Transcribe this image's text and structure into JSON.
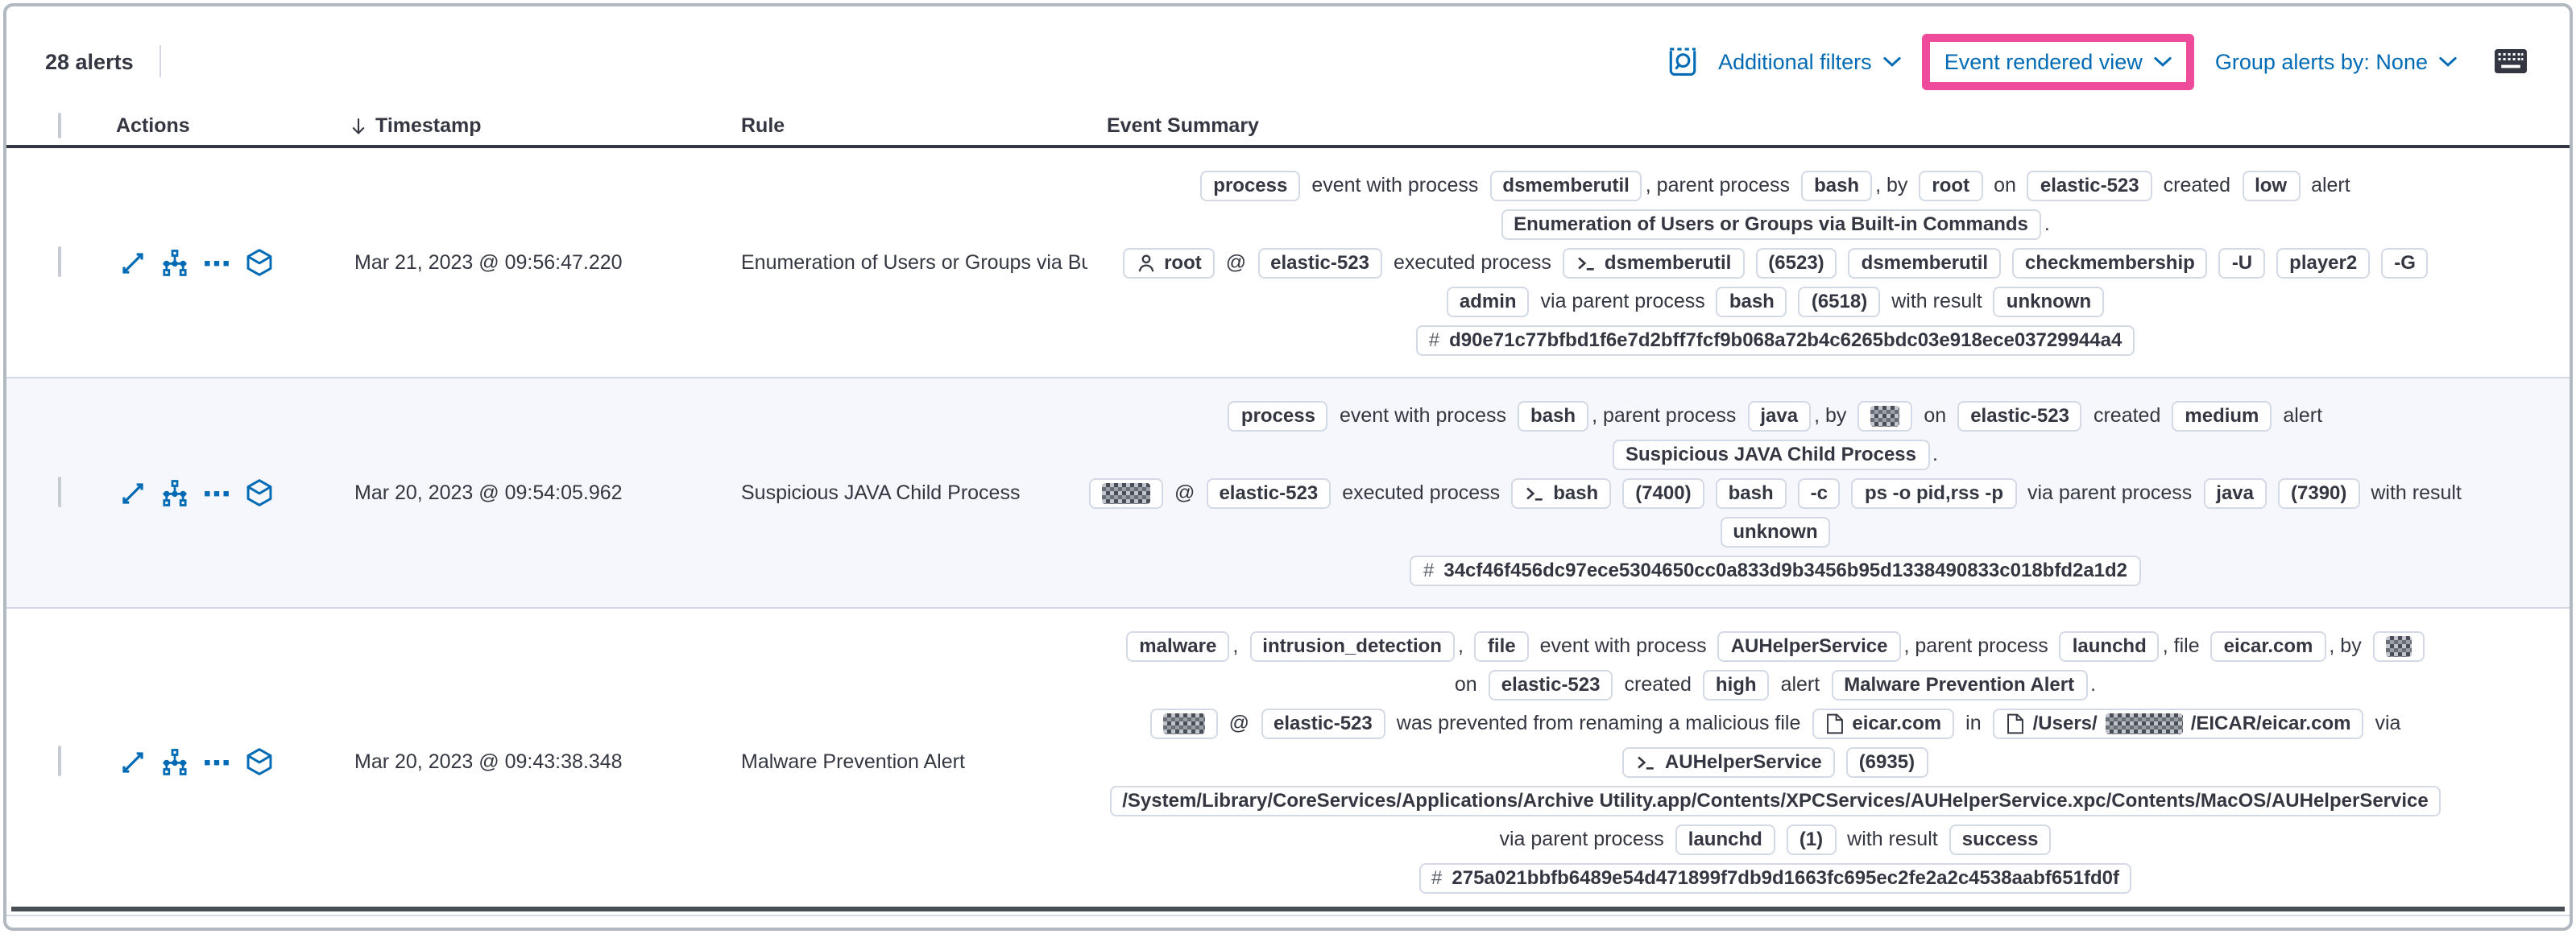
{
  "toolbar": {
    "alert_count": "28 alerts",
    "additional_filters_label": "Additional filters",
    "view_selector_label": "Event rendered view",
    "group_by_label": "Group alerts by: None",
    "highlight_color": "#ee4c9b",
    "link_color": "#006bb4"
  },
  "icons": {
    "toolbar": [
      "inspect-icon",
      "keyboard-icon"
    ],
    "row_actions": [
      "expand-alert-icon",
      "analyze-event-icon",
      "more-actions-icon",
      "investigate-in-timeline-icon"
    ],
    "timestamp_sort": "sort-down-icon",
    "badge_glyphs": [
      "user-icon",
      "console-icon",
      "file-icon",
      "hash-prefix"
    ]
  },
  "table": {
    "headers": {
      "actions": "Actions",
      "timestamp": "Timestamp",
      "rule": "Rule",
      "summary": "Event Summary"
    },
    "rows": [
      {
        "timestamp": "Mar 21, 2023 @ 09:56:47.220",
        "rule": "Enumeration of Users or Groups via Bui",
        "striped": false,
        "lines": [
          [
            {
              "k": "b",
              "v": "process"
            },
            {
              "k": "t",
              "v": "event with process"
            },
            {
              "k": "b",
              "v": "dsmemberutil"
            },
            {
              "k": "t",
              "v": ", parent process"
            },
            {
              "k": "b",
              "v": "bash"
            },
            {
              "k": "t",
              "v": ", by"
            },
            {
              "k": "b",
              "v": "root"
            },
            {
              "k": "t",
              "v": "on"
            },
            {
              "k": "b",
              "v": "elastic-523"
            },
            {
              "k": "t",
              "v": "created"
            },
            {
              "k": "b",
              "v": "low"
            },
            {
              "k": "t",
              "v": "alert"
            }
          ],
          [
            {
              "k": "b",
              "v": "Enumeration of Users or Groups via Built-in Commands"
            },
            {
              "k": "t",
              "v": "."
            }
          ],
          [
            {
              "k": "bu",
              "v": "root"
            },
            {
              "k": "t",
              "v": "@"
            },
            {
              "k": "b",
              "v": "elastic-523"
            },
            {
              "k": "t",
              "v": "executed process"
            },
            {
              "k": "bc",
              "v": "dsmemberutil"
            },
            {
              "k": "b",
              "v": "(6523)"
            },
            {
              "k": "b",
              "v": "dsmemberutil"
            },
            {
              "k": "b",
              "v": "checkmembership"
            },
            {
              "k": "b",
              "v": "-U"
            },
            {
              "k": "b",
              "v": "player2"
            },
            {
              "k": "b",
              "v": "-G"
            }
          ],
          [
            {
              "k": "b",
              "v": "admin"
            },
            {
              "k": "t",
              "v": "via parent process"
            },
            {
              "k": "b",
              "v": "bash"
            },
            {
              "k": "b",
              "v": "(6518)"
            },
            {
              "k": "t",
              "v": "with result"
            },
            {
              "k": "b",
              "v": "unknown"
            }
          ],
          [
            {
              "k": "bh",
              "v": "d90e71c77bfbd1f6e7d2bff7fcf9b068a72b4c6265bdc03e918ece03729944a4"
            }
          ]
        ]
      },
      {
        "timestamp": "Mar 20, 2023 @ 09:54:05.962",
        "rule": "Suspicious JAVA Child Process",
        "striped": true,
        "lines": [
          [
            {
              "k": "b",
              "v": "process"
            },
            {
              "k": "t",
              "v": "event with process"
            },
            {
              "k": "b",
              "v": "bash"
            },
            {
              "k": "t",
              "v": ", parent process"
            },
            {
              "k": "b",
              "v": "java"
            },
            {
              "k": "t",
              "v": ", by"
            },
            {
              "k": "br",
              "v": 18
            },
            {
              "k": "t",
              "v": "on"
            },
            {
              "k": "b",
              "v": "elastic-523"
            },
            {
              "k": "t",
              "v": "created"
            },
            {
              "k": "b",
              "v": "medium"
            },
            {
              "k": "t",
              "v": "alert"
            }
          ],
          [
            {
              "k": "b",
              "v": "Suspicious JAVA Child Process"
            },
            {
              "k": "t",
              "v": "."
            }
          ],
          [
            {
              "k": "br",
              "v": 30
            },
            {
              "k": "t",
              "v": "@"
            },
            {
              "k": "b",
              "v": "elastic-523"
            },
            {
              "k": "t",
              "v": "executed process"
            },
            {
              "k": "bc",
              "v": "bash"
            },
            {
              "k": "b",
              "v": "(7400)"
            },
            {
              "k": "b",
              "v": "bash"
            },
            {
              "k": "b",
              "v": "-c"
            },
            {
              "k": "b",
              "v": "ps -o pid,rss -p"
            },
            {
              "k": "t",
              "v": "via parent process"
            },
            {
              "k": "b",
              "v": "java"
            },
            {
              "k": "b",
              "v": "(7390)"
            },
            {
              "k": "t",
              "v": "with result"
            }
          ],
          [
            {
              "k": "b",
              "v": "unknown"
            }
          ],
          [
            {
              "k": "bh",
              "v": "34cf46f456dc97ece5304650cc0a833d9b3456b95d1338490833c018bfd2a1d2"
            }
          ]
        ]
      },
      {
        "timestamp": "Mar 20, 2023 @ 09:43:38.348",
        "rule": "Malware Prevention Alert",
        "striped": false,
        "lines": [
          [
            {
              "k": "b",
              "v": "malware"
            },
            {
              "k": "t",
              "v": ","
            },
            {
              "k": "b",
              "v": "intrusion_detection"
            },
            {
              "k": "t",
              "v": ","
            },
            {
              "k": "b",
              "v": "file"
            },
            {
              "k": "t",
              "v": "event with process"
            },
            {
              "k": "b",
              "v": "AUHelperService"
            },
            {
              "k": "t",
              "v": ", parent process"
            },
            {
              "k": "b",
              "v": "launchd"
            },
            {
              "k": "t",
              "v": ", file"
            },
            {
              "k": "b",
              "v": "eicar.com"
            },
            {
              "k": "t",
              "v": ", by"
            },
            {
              "k": "br",
              "v": 16
            }
          ],
          [
            {
              "k": "t",
              "v": "on"
            },
            {
              "k": "b",
              "v": "elastic-523"
            },
            {
              "k": "t",
              "v": "created"
            },
            {
              "k": "b",
              "v": "high"
            },
            {
              "k": "t",
              "v": "alert"
            },
            {
              "k": "b",
              "v": "Malware Prevention Alert"
            },
            {
              "k": "t",
              "v": "."
            }
          ],
          [
            {
              "k": "br",
              "v": 26
            },
            {
              "k": "t",
              "v": "@"
            },
            {
              "k": "b",
              "v": "elastic-523"
            },
            {
              "k": "t",
              "v": "was prevented from renaming a malicious file"
            },
            {
              "k": "bf",
              "v": "eicar.com"
            },
            {
              "k": "t",
              "v": "in"
            },
            {
              "k": "bm",
              "v": [
                "/Users/",
                {
                  "r": 48
                },
                "/EICAR/eicar.com"
              ]
            },
            {
              "k": "t",
              "v": "via"
            }
          ],
          [
            {
              "k": "bc",
              "v": "AUHelperService"
            },
            {
              "k": "b",
              "v": "(6935)"
            }
          ],
          [
            {
              "k": "b",
              "v": "/System/Library/CoreServices/Applications/Archive Utility.app/Contents/XPCServices/AUHelperService.xpc/Contents/MacOS/AUHelperService"
            }
          ],
          [
            {
              "k": "t",
              "v": "via parent process"
            },
            {
              "k": "b",
              "v": "launchd"
            },
            {
              "k": "b",
              "v": "(1)"
            },
            {
              "k": "t",
              "v": "with result"
            },
            {
              "k": "b",
              "v": "success"
            }
          ],
          [
            {
              "k": "bh",
              "v": "275a021bbfb6489e54d471899f7db9d1663fc695ec2fe2a2c4538aabf651fd0f"
            }
          ]
        ]
      }
    ]
  }
}
